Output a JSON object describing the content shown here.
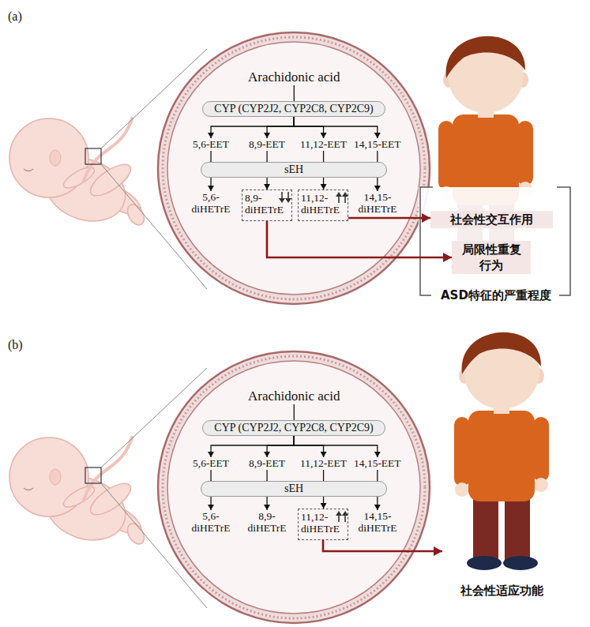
{
  "diagram": {
    "nodes": [
      {
        "text": [
          "Arachidonic acid"
        ]
      },
      {
        "text": [
          "CYP (CYP2J2, CYP2C8, CYP2C9)"
        ]
      },
      {
        "text": [
          "5,6-EET"
        ]
      },
      {
        "text": [
          "8,9-EET"
        ]
      },
      {
        "text": [
          "11,12-EET"
        ]
      },
      {
        "text": [
          "14,15-EET"
        ]
      },
      {
        "text": [
          "sEH"
        ]
      },
      {
        "text": [
          "5,6-diHETrE"
        ]
      },
      {
        "text": [
          "8,9-diHETrE"
        ]
      },
      {
        "text": [
          "11,12-diHETrE"
        ]
      },
      {
        "text": [
          "14,15-diHETrE"
        ]
      },
      {
        "text": [
          "社会性交互作用"
        ]
      },
      {
        "text": [
          "局限性重复 行为"
        ]
      },
      {
        "text": [
          "Arachidonic acid"
        ]
      },
      {
        "text": [
          "CYP (CYP2J2, CYP2C8, CYP2C9)"
        ]
      },
      {
        "text": [
          "5,6-EET"
        ]
      },
      {
        "text": [
          "8,9-EET"
        ]
      },
      {
        "text": [
          "11,12-EET"
        ]
      },
      {
        "text": [
          "14,15-EET"
        ]
      },
      {
        "text": [
          "sEH"
        ]
      },
      {
        "text": [
          "5,6-diHETrE"
        ]
      },
      {
        "text": [
          "8,9-diHETrE"
        ]
      },
      {
        "text": [
          "11,12-diHETrE"
        ]
      },
      {
        "text": [
          "14,15-diHETrE"
        ]
      },
      {
        "text": [
          "社会性适应功能"
        ]
      }
    ],
    "edges": [
      {
        "from": 0,
        "to": 1,
        "arrow": "none"
      },
      {
        "from": 1,
        "to": 2,
        "arrow": "to"
      },
      {
        "from": 1,
        "to": 3,
        "arrow": "to"
      },
      {
        "from": 1,
        "to": 4,
        "arrow": "to"
      },
      {
        "from": 1,
        "to": 5,
        "arrow": "to"
      },
      {
        "from": 2,
        "to": 7,
        "arrow": "to"
      },
      {
        "from": 3,
        "to": 8,
        "arrow": "to"
      },
      {
        "from": 4,
        "to": 9,
        "arrow": "to"
      },
      {
        "from": 5,
        "to": 10,
        "arrow": "to"
      },
      {
        "from": 9,
        "to": 11,
        "arrow": "to"
      },
      {
        "from": 8,
        "to": 12,
        "arrow": "to"
      },
      {
        "from": 13,
        "to": 14,
        "arrow": "none"
      },
      {
        "from": 14,
        "to": 15,
        "arrow": "to"
      },
      {
        "from": 14,
        "to": 16,
        "arrow": "to"
      },
      {
        "from": 14,
        "to": 17,
        "arrow": "to"
      },
      {
        "from": 14,
        "to": 18,
        "arrow": "to"
      },
      {
        "from": 15,
        "to": 20,
        "arrow": "to"
      },
      {
        "from": 16,
        "to": 21,
        "arrow": "to"
      },
      {
        "from": 17,
        "to": 22,
        "arrow": "to"
      },
      {
        "from": 18,
        "to": 23,
        "arrow": "to"
      },
      {
        "from": 22,
        "to": 24,
        "arrow": "to"
      }
    ],
    "labels": [
      "(a)",
      "ASD特征的严重程度",
      "(b)"
    ]
  }
}
